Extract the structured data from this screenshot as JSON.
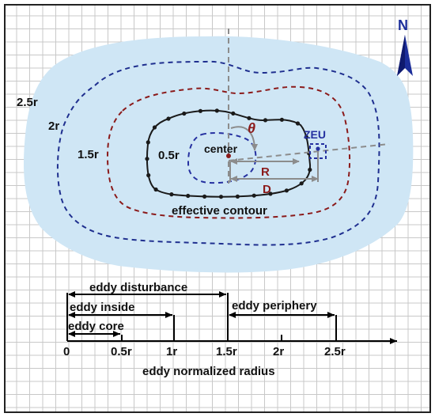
{
  "north": {
    "label": "N"
  },
  "ring_labels": {
    "r25": "2.5r",
    "r2": "2r",
    "r15": "1.5r",
    "r05": "0.5r"
  },
  "center_label": "center",
  "theta_label": "θ",
  "zeu_label": "ZEU",
  "r_label": "R",
  "d_label": "D",
  "effective_contour_label": "effective contour",
  "scale": {
    "disturbance": "eddy disturbance",
    "inside": "eddy inside",
    "core": "eddy core",
    "periphery": "eddy periphery",
    "ticks": [
      "0",
      "0.5r",
      "1r",
      "1.5r",
      "2r",
      "2.5r"
    ],
    "axis_label": "eddy normalized radius"
  },
  "colors": {
    "grid": "#c8c8c8",
    "outer_fill": "#cfe6f5",
    "ring_2r": "#1f2f8f",
    "ring_15r": "#8b1a1a",
    "core_ring": "#2530a0",
    "contour": "#1a1a1a",
    "arrow_gray": "#8c8c8c",
    "north_arrow": "#1c2e9a"
  }
}
